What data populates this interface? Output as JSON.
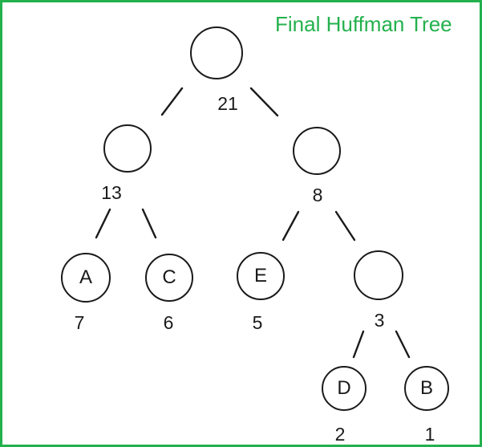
{
  "title": {
    "text": "Final Huffman Tree"
  },
  "colors": {
    "accent_green": "#23b14d",
    "line_black": "#1a1a1a",
    "background": "#ffffff"
  },
  "tree": {
    "nodes": {
      "root": {
        "label": "",
        "value": "21"
      },
      "left": {
        "label": "",
        "value": "13"
      },
      "right": {
        "label": "",
        "value": "8"
      },
      "a": {
        "label": "A",
        "value": "7"
      },
      "c": {
        "label": "C",
        "value": "6"
      },
      "e": {
        "label": "E",
        "value": "5"
      },
      "n3": {
        "label": "",
        "value": "3"
      },
      "d": {
        "label": "D",
        "value": "2"
      },
      "b": {
        "label": "B",
        "value": "1"
      }
    },
    "edges": [
      {
        "from": "root",
        "to": "left"
      },
      {
        "from": "root",
        "to": "right"
      },
      {
        "from": "left",
        "to": "a"
      },
      {
        "from": "left",
        "to": "c"
      },
      {
        "from": "right",
        "to": "e"
      },
      {
        "from": "right",
        "to": "n3"
      },
      {
        "from": "n3",
        "to": "d"
      },
      {
        "from": "n3",
        "to": "b"
      }
    ]
  }
}
